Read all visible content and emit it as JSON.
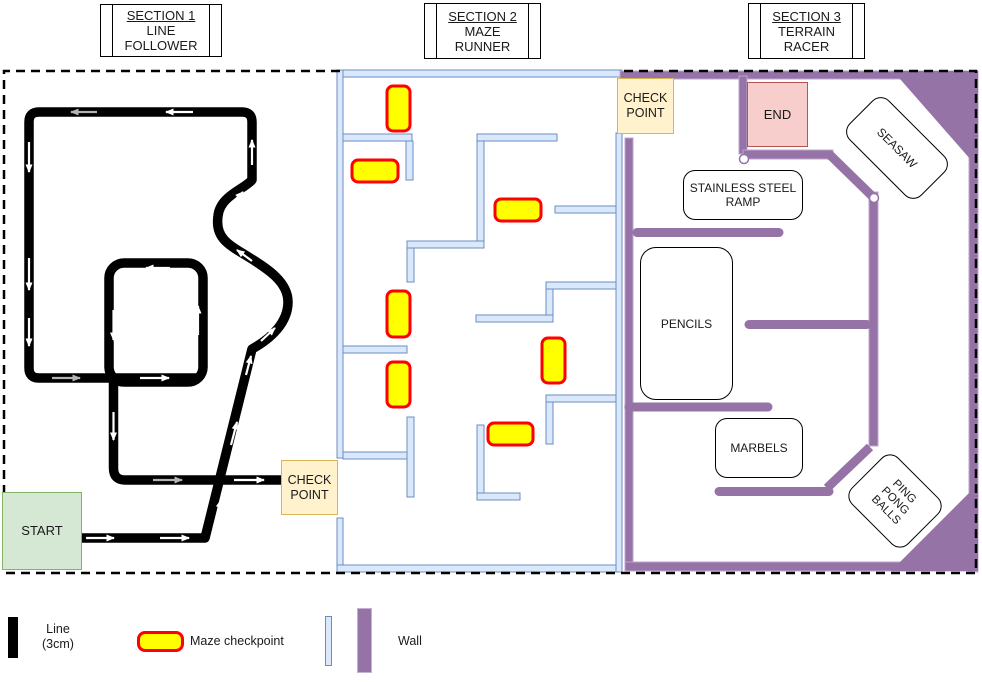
{
  "sections": {
    "s1": {
      "title": "SECTION 1",
      "subtitle1": "LINE",
      "subtitle2": "FOLLOWER"
    },
    "s2": {
      "title": "SECTION 2",
      "subtitle1": "MAZE",
      "subtitle2": "RUNNER"
    },
    "s3": {
      "title": "SECTION 3",
      "subtitle1": "TERRAIN",
      "subtitle2": "RACER"
    }
  },
  "track": {
    "start": "START",
    "check1_l1": "CHECK",
    "check1_l2": "POINT",
    "check2_l1": "CHECK",
    "check2_l2": "POINT",
    "end": "END"
  },
  "terrain": {
    "seasaw": "SEASAW",
    "ramp_l1": "STAINLESS STEEL",
    "ramp_l2": "RAMP",
    "pencils": "PENCILS",
    "marbels": "MARBELS",
    "ping_l1": "PING",
    "ping_l2": "PONG",
    "ping_l3": "BALLS"
  },
  "legend": {
    "line_l1": "Line",
    "line_l2": "(3cm)",
    "maze_checkpoint": "Maze checkpoint",
    "wall": "Wall"
  },
  "colors": {
    "track_line": "#000000",
    "arrow_white": "#ffffff",
    "arrow_gray": "#b3b3b3",
    "maze_wall_fill": "#dae8fc",
    "maze_wall_stroke": "#6c8ebf",
    "terrain_wall": "#9673a6",
    "maze_checkpoint_fill": "#ffff00",
    "maze_checkpoint_stroke": "#ff0000",
    "start_fill": "#d5e8d4",
    "start_stroke": "#82b366",
    "checkpoint_fill": "#fff2cc",
    "checkpoint_stroke": "#d6b656",
    "end_fill": "#f8cecc",
    "end_stroke": "#b85450"
  }
}
